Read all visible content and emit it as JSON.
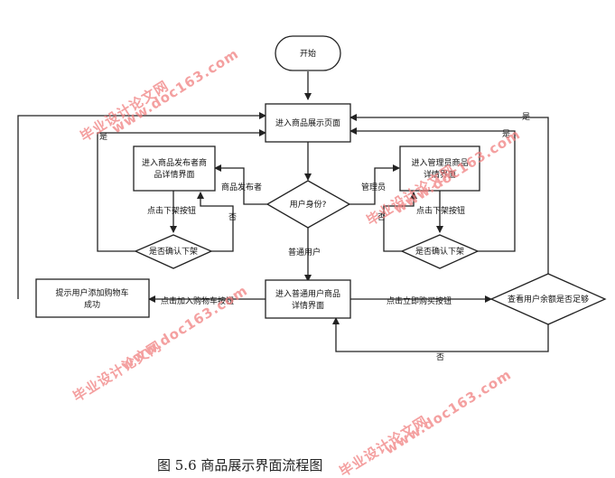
{
  "nodes": {
    "start": "开始",
    "home": "进入商品展示页面",
    "publisher_detail_1": "进入商品发布者商",
    "publisher_detail_2": "品详情界面",
    "user_role": "用户身份?",
    "admin_detail_1": "进入管理员商品",
    "admin_detail_2": "详情界面",
    "confirm_left": "是否确认下架",
    "confirm_right": "是否确认下架",
    "user_detail_1": "进入普通用户商品",
    "user_detail_2": "详情界面",
    "cart_msg_1": "提示用户添加购物车",
    "cart_msg_2": "成功",
    "balance_check": "查看用户余额是否足够"
  },
  "edges": {
    "publisher": "商品发布者",
    "admin": "管理员",
    "normal_user": "普通用户",
    "delist_left": "点击下架按钮",
    "delist_right": "点击下架按钮",
    "no_left": "否",
    "no_right": "否",
    "yes_left": "是",
    "yes_right": "是",
    "yes_top": "是",
    "add_cart": "点击加入购物车按钮",
    "buy_now": "点击立即购买按钮",
    "no_bottom": "否"
  },
  "watermarks": {
    "brand": "毕业设计论文网",
    "url": "www.doc163.com"
  },
  "caption": "图 5.6 商品展示界面流程图"
}
